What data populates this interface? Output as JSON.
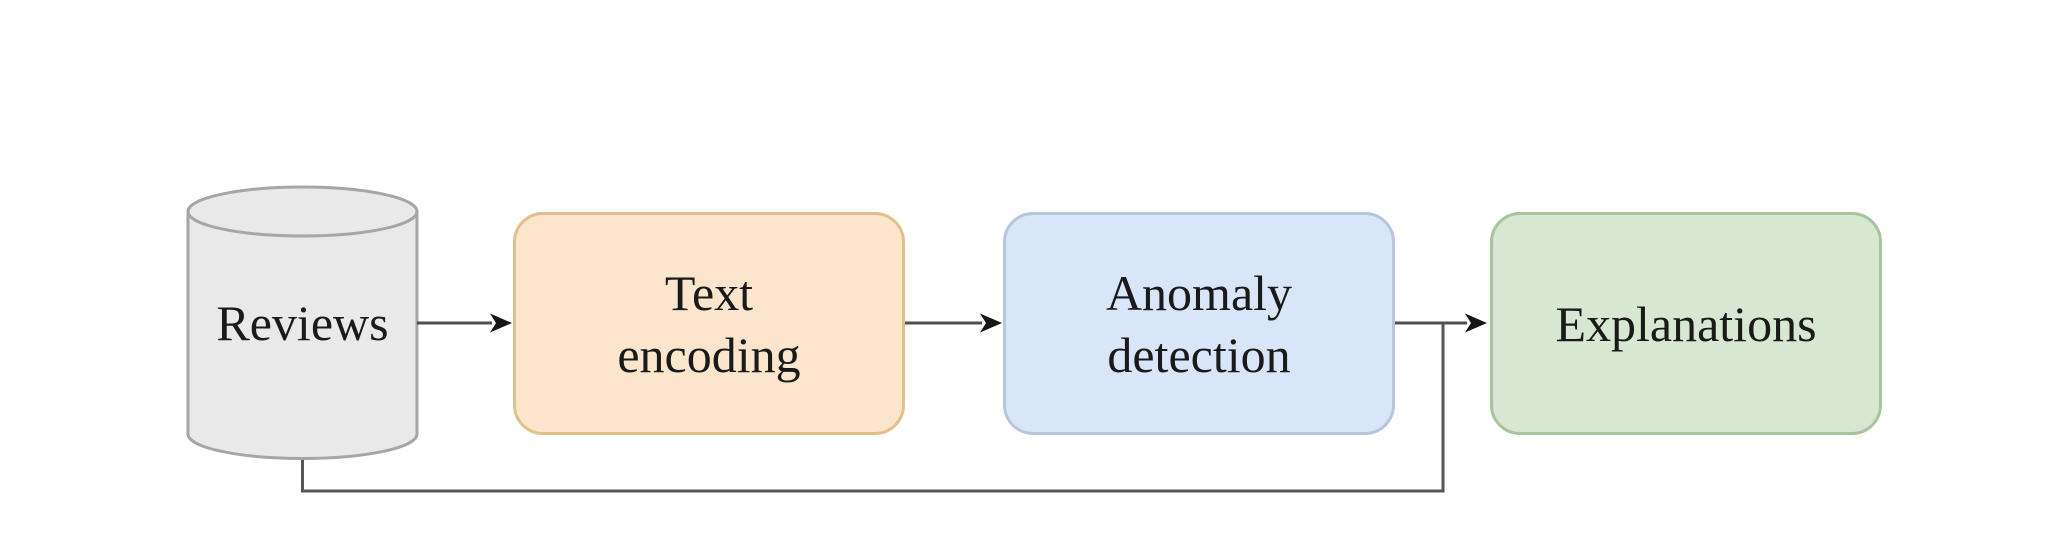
{
  "diagram": {
    "background_color": "#ffffff",
    "text_color": "#1a1a1a",
    "nodes": {
      "reviews": {
        "label": "Reviews",
        "shape": "database-cylinder",
        "fill": "#e9e9e9",
        "stroke": "#a6a6a6"
      },
      "text_encoding": {
        "label": "Text\nencoding",
        "shape": "rounded-rectangle",
        "fill": "#fbe5cd",
        "stroke": "#e0c18c"
      },
      "anomaly_detection": {
        "label": "Anomaly\ndetection",
        "shape": "rounded-rectangle",
        "fill": "#d9e5f8",
        "stroke": "#b7c5dd"
      },
      "explanations": {
        "label": "Explanations",
        "shape": "rounded-rectangle",
        "fill": "#d7e7d1",
        "stroke": "#a8c49c"
      }
    },
    "connectors": {
      "line_color": "#4f4f4f",
      "arrowhead_color": "#161616",
      "edges": [
        {
          "from": "reviews",
          "to": "text_encoding",
          "style": "straight-arrow"
        },
        {
          "from": "text_encoding",
          "to": "anomaly_detection",
          "style": "straight-arrow"
        },
        {
          "from": "anomaly_detection",
          "to": "explanations",
          "style": "straight-arrow"
        },
        {
          "from": "reviews",
          "to": "explanations",
          "style": "bottom-elbow-merge"
        }
      ]
    }
  }
}
